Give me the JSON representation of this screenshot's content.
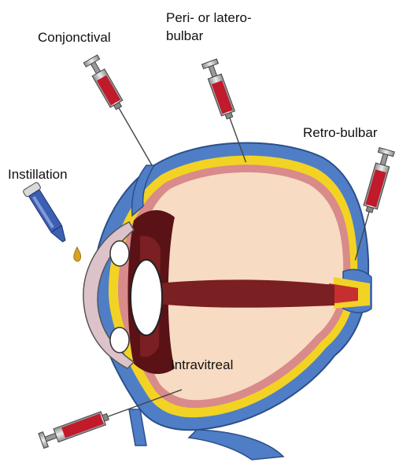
{
  "labels": {
    "conjonctival": "Conjonctival",
    "peri_line1": "Peri- or latero-",
    "peri_line2": "bulbar",
    "retro_bulbar": "Retro-bulbar",
    "instillation": "Instillation",
    "intravitreal": "Intravitreal"
  },
  "colors": {
    "sclera": "#4f7ec6",
    "choroid": "#f2d324",
    "retina_layer": "#d98a8a",
    "vitreous": "#f7dbc2",
    "vessel": "#7a1f22",
    "lens": "#ffffff",
    "syringe_fluid": "#c11a2a",
    "dropper_fluid": "#3c5fb4",
    "drop": "#d6a323"
  }
}
